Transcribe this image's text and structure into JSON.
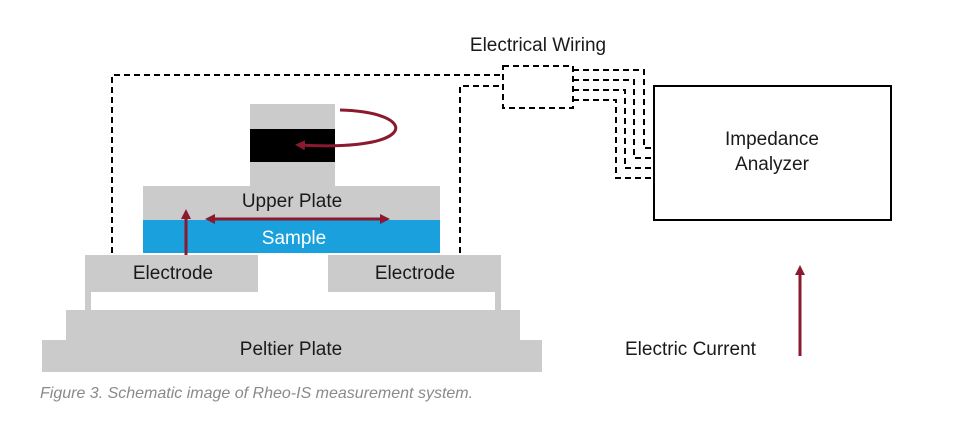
{
  "labels": {
    "electrical_wiring": "Electrical Wiring",
    "impedance_line1": "Impedance",
    "impedance_line2": "Analyzer",
    "upper_plate": "Upper Plate",
    "sample": "Sample",
    "electrode_left": "Electrode",
    "electrode_right": "Electrode",
    "peltier_plate": "Peltier Plate",
    "electric_current": "Electric Current"
  },
  "caption": "Figure 3. Schematic image of Rheo-IS measurement system.",
  "colors": {
    "plate_gray": "#cbcbcb",
    "sample_blue": "#1aa0dc",
    "arrow_red": "#8b1a2e",
    "black": "#000000"
  }
}
